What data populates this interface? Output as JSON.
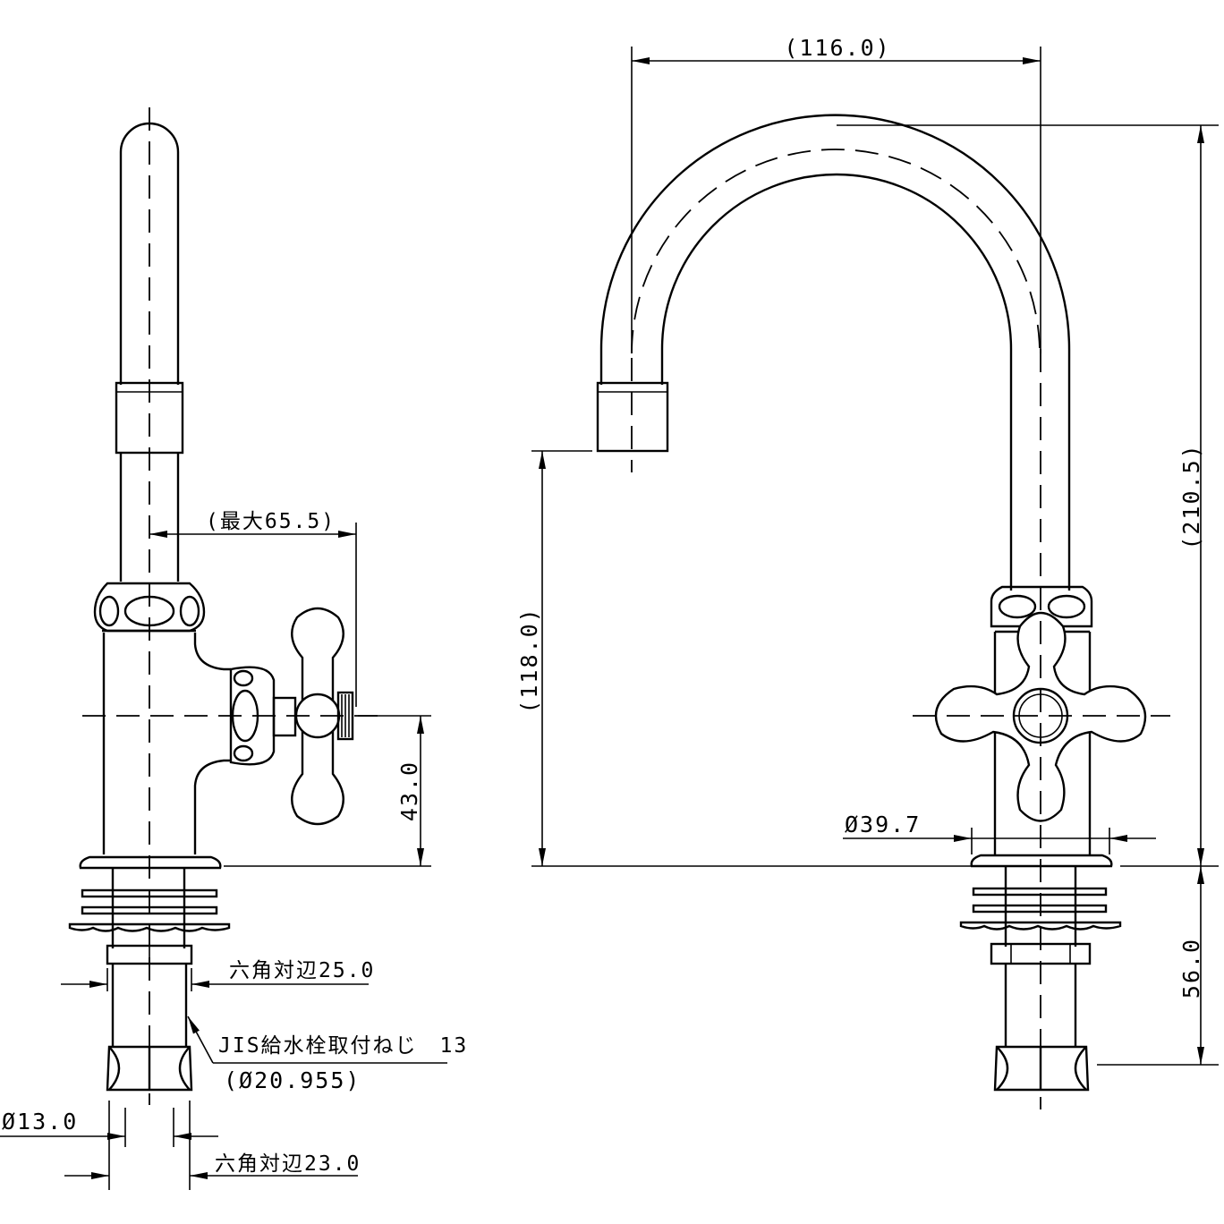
{
  "dimensions": {
    "reach_width": "(116.0)",
    "max_handle": "(最大65.5)",
    "total_height": "(210.5)",
    "spout_height": "(118.0)",
    "handle_height": "43.0",
    "flange_diameter": "Ø39.7",
    "shank_length": "56.0",
    "hex_nut_upper": "六角対辺25.0",
    "thread_spec": "JIS給水栓取付ねじ　13",
    "thread_diameter": "(Ø20.955)",
    "pipe_diameter": "Ø13.0",
    "hex_nut_lower": "六角対辺23.0"
  }
}
